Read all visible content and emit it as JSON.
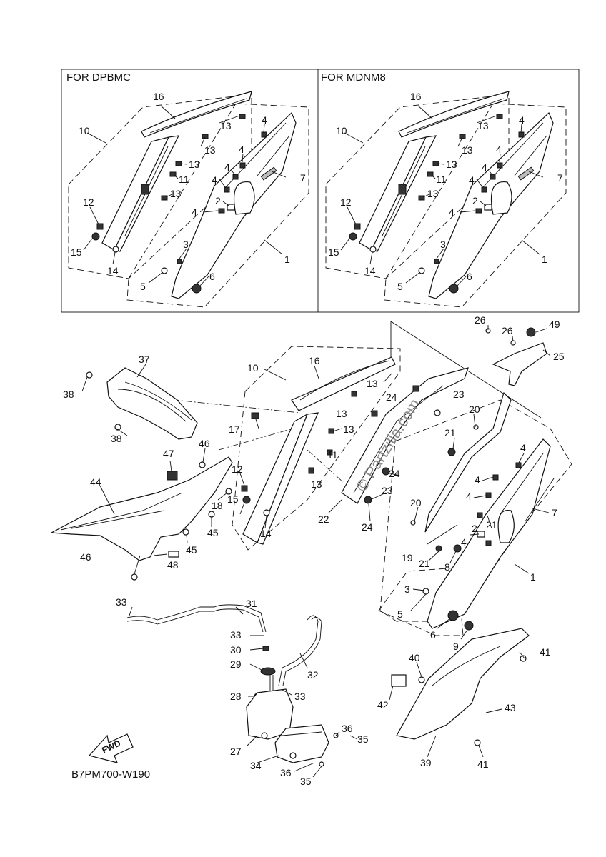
{
  "insets": [
    {
      "title": "FOR DPBMC"
    },
    {
      "title": "FOR MDNM8"
    }
  ],
  "callouts_inset": [
    "16",
    "10",
    "13",
    "13",
    "13",
    "11",
    "13",
    "12",
    "15",
    "14",
    "4",
    "4",
    "4",
    "7",
    "4",
    "2",
    "4",
    "3",
    "5",
    "6",
    "1"
  ],
  "callouts_main": [
    "26",
    "26",
    "49",
    "25",
    "37",
    "38",
    "38",
    "10",
    "16",
    "13",
    "24",
    "23",
    "13",
    "13",
    "17",
    "11",
    "20",
    "21",
    "4",
    "47",
    "46",
    "44",
    "12",
    "15",
    "18",
    "45",
    "45",
    "14",
    "13",
    "23",
    "22",
    "24",
    "24",
    "7",
    "4",
    "4",
    "4",
    "20",
    "21",
    "2",
    "19",
    "21",
    "8",
    "1",
    "46",
    "48",
    "3",
    "5",
    "6",
    "9",
    "33",
    "31",
    "33",
    "30",
    "29",
    "32",
    "28",
    "33",
    "27",
    "36",
    "35",
    "34",
    "36",
    "35",
    "40",
    "41",
    "42",
    "43",
    "39",
    "41"
  ],
  "fwd_label": "FWD",
  "drawing_code": "B7PM700-W190",
  "watermark": "© Partzilla.com"
}
